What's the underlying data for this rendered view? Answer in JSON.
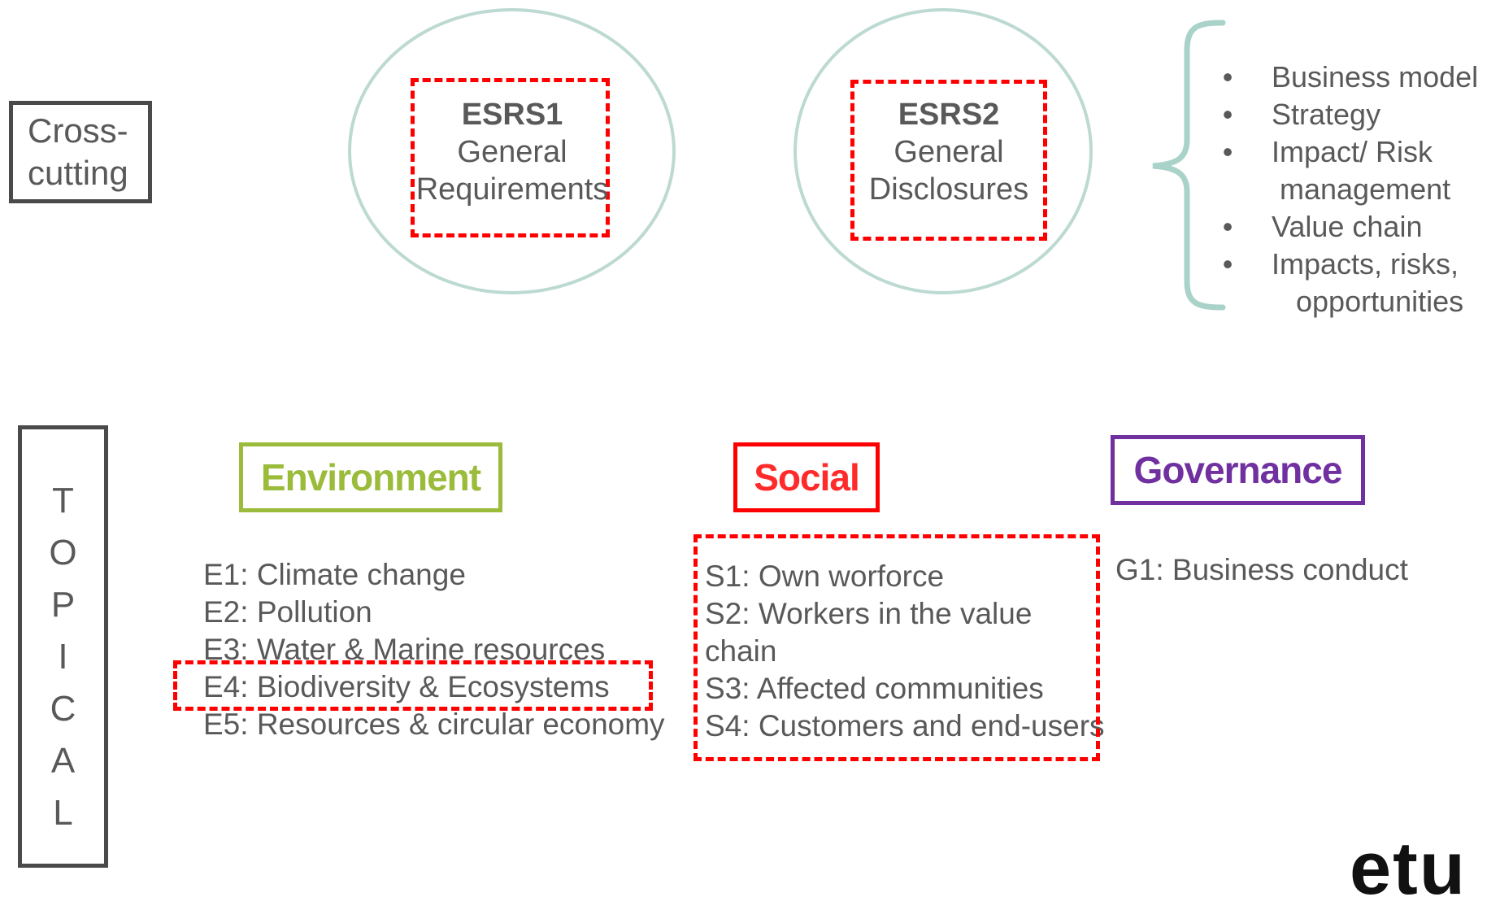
{
  "crosscutting": {
    "line1": "Cross-",
    "line2": "cutting"
  },
  "topical": {
    "letters": [
      "T",
      "O",
      "P",
      "I",
      "C",
      "A",
      "L"
    ]
  },
  "esrs1": {
    "code": "ESRS1",
    "line1": "General",
    "line2": "Requirements"
  },
  "esrs2": {
    "code": "ESRS2",
    "line1": "General",
    "line2": "Disclosures"
  },
  "esrs2_topics": [
    {
      "bullet": "•",
      "text": "Business model",
      "cont": ""
    },
    {
      "bullet": "•",
      "text": "Strategy",
      "cont": ""
    },
    {
      "bullet": "•",
      "text": "Impact/ Risk",
      "cont": " management"
    },
    {
      "bullet": "•",
      "text": "Value chain",
      "cont": ""
    },
    {
      "bullet": "•",
      "text": "Impacts, risks,",
      "cont": "   opportunities"
    }
  ],
  "pillars": {
    "environment": "Environment",
    "social": "Social",
    "governance": "Governance"
  },
  "environment_items": [
    "E1: Climate change",
    "E2: Pollution",
    "E3: Water & Marine resources",
    "E4: Biodiversity & Ecosystems",
    "E5: Resources & circular economy"
  ],
  "social_items": [
    "S1: Own worforce",
    "S2: Workers in the value",
    "chain",
    "S3: Affected communities",
    "S4: Customers and end-users"
  ],
  "governance_items": [
    "G1: Business conduct"
  ],
  "logo_fragment": "etu",
  "colors": {
    "environment": "#9bbb3a",
    "social": "#ff0000",
    "governance": "#7030a0",
    "highlight": "#ff0000",
    "circle": "#bcd9d2",
    "brace": "#a9d2c8"
  }
}
